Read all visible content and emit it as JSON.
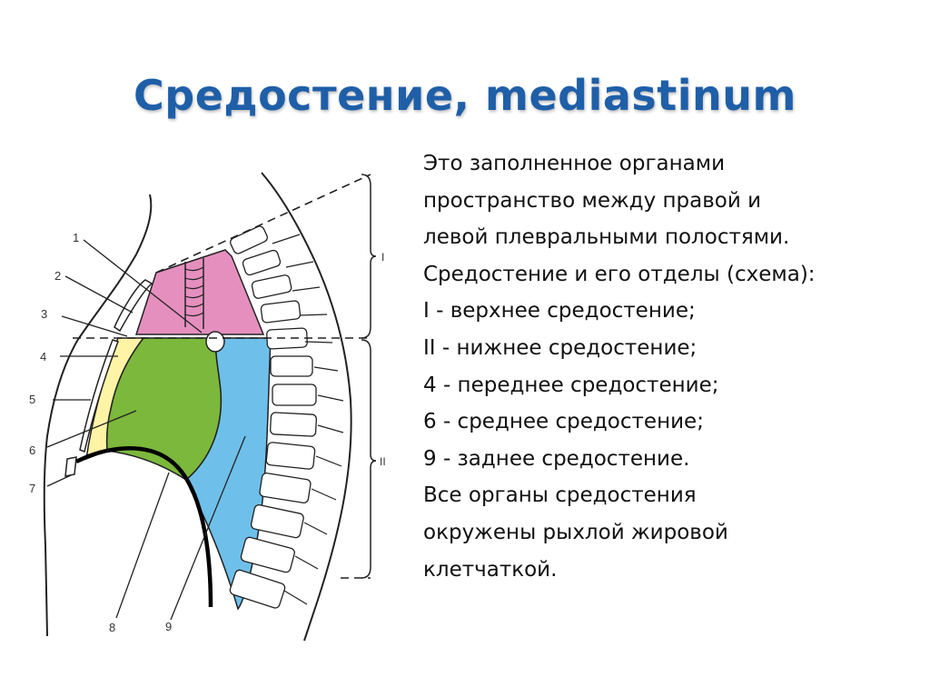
{
  "slide": {
    "title": "Средостение, mediastinum",
    "description_lines": [
      "Это заполненное органами",
      "пространство между правой и",
      "левой плевральными полостями.",
      "Средостение и его отделы (схема):",
      "I - верхнее средостение;",
      "II - нижнее средостение;",
      "4 - переднее средостение;",
      "6 - среднее средостение;",
      "9 - заднее средостение.",
      "Все органы средостения",
      "окружены рыхлой жировой",
      "клетчаткой."
    ]
  },
  "diagram": {
    "labels": {
      "n1": "1",
      "n2": "2",
      "n3": "3",
      "n4": "4",
      "n5": "5",
      "n6": "6",
      "n7": "7",
      "n8": "8",
      "n9": "9",
      "section_upper": "I",
      "section_lower": "II"
    },
    "colors": {
      "upper": "#e58fbf",
      "anterior": "#fff4a6",
      "middle": "#7cb83c",
      "posterior": "#6ec0ea",
      "outline": "#222222"
    }
  }
}
